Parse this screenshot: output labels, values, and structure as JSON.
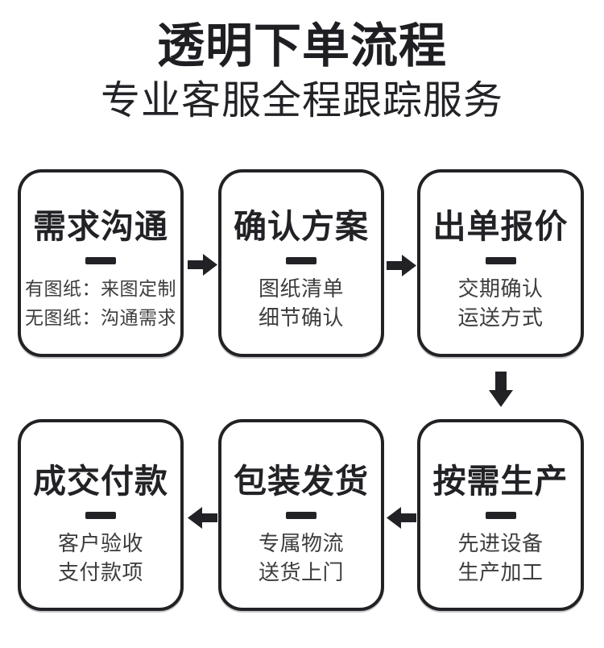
{
  "page": {
    "title": "透明下单流程",
    "subtitle": "专业客服全程跟踪服务"
  },
  "flow": {
    "steps": [
      {
        "title": "需求沟通",
        "lines": [
          "有图纸：来图定制",
          "无图纸：沟通需求"
        ]
      },
      {
        "title": "确认方案",
        "lines": [
          "图纸清单",
          "细节确认"
        ]
      },
      {
        "title": "出单报价",
        "lines": [
          "交期确认",
          "运送方式"
        ]
      },
      {
        "title": "按需生产",
        "lines": [
          "先进设备",
          "生产加工"
        ]
      },
      {
        "title": "包装发货",
        "lines": [
          "专属物流",
          "送货上门"
        ]
      },
      {
        "title": "成交付款",
        "lines": [
          "客户验收",
          "支付款项"
        ]
      }
    ],
    "arrow_directions": [
      "right",
      "right",
      "down",
      "left",
      "left"
    ]
  },
  "colors": {
    "ink": "#222226",
    "subtext": "#3d3d3d",
    "background": "#ffffff"
  }
}
